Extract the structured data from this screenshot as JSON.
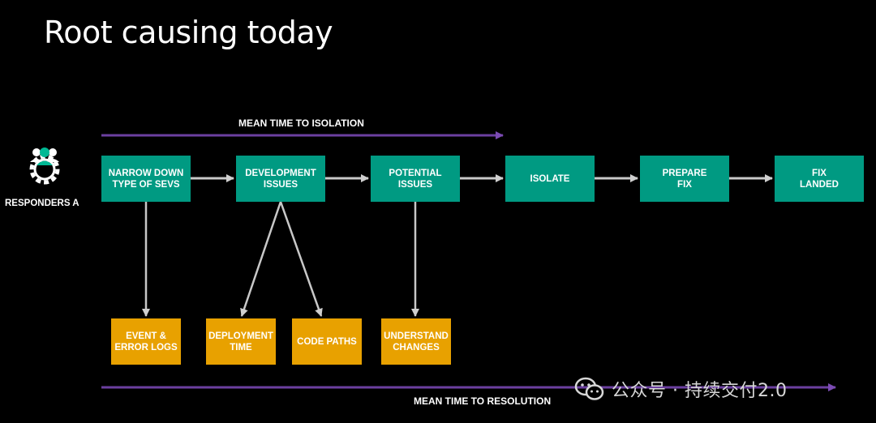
{
  "title": "Root causing today",
  "isolation_label": "MEAN TIME TO ISOLATION",
  "resolution_label": "MEAN TIME TO RESOLUTION",
  "responders": {
    "label": "RESPONDERS A",
    "icon": "team-gear-icon"
  },
  "steps": [
    {
      "label": "NARROW DOWN\nTYPE OF SEVS"
    },
    {
      "label": "DEVELOPMENT\nISSUES"
    },
    {
      "label": "POTENTIAL\nISSUES"
    },
    {
      "label": "ISOLATE"
    },
    {
      "label": "PREPARE\nFIX"
    },
    {
      "label": "FIX\nLANDED"
    }
  ],
  "sources": [
    {
      "label": "EVENT &\nERROR LOGS"
    },
    {
      "label": "DEPLOYMENT\nTIME"
    },
    {
      "label": "CODE PATHS"
    },
    {
      "label": "UNDERSTAND\nCHANGES"
    }
  ],
  "watermark": {
    "text": "公众号 · 持续交付2.0",
    "icon": "wechat-icon"
  },
  "colors": {
    "step": "#009a82",
    "source": "#e8a100",
    "timeline": "#6b3fa0",
    "connector": "#c8c8c8"
  }
}
